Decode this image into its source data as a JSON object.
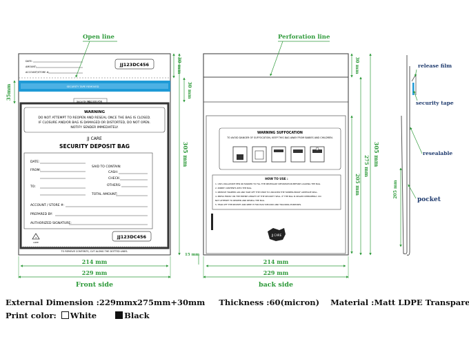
{
  "front": {
    "label": "Front side",
    "open_line": "Open line",
    "header": {
      "date": "DATE:",
      "amount": "AMOUNT:",
      "account": "ACCOUNT/STORE #:",
      "code": "JJ123DC456"
    },
    "strip_text": "SECURITY TAPE REMOVED",
    "security_no": "Security No.",
    "security_code": "JJ123DC456",
    "warning_title": "WARNING",
    "warning_text": [
      "DO NOT ATTEMPT TO REOPEN AND RESEAL ONCE THE BAG IS CLOSED.",
      "IF CLOSURE AND/OR BAG IS DAMAGED OR DISTORTED, DO NOT OPEN.",
      "NOTIFY SENDER IMMEDIATELY."
    ],
    "brand": "JJ CARE",
    "bag_title": "SECURITY DEPOSIT BAG",
    "form": {
      "date": "DATE:",
      "from": "FROM:",
      "to": "TO:",
      "said": "SAID TO CONTAIN:",
      "cash": "CASH:",
      "check": "CHECK:",
      "others": "OTHERS:",
      "total": "TOTAL AMOUNT:",
      "account": "ACCOUNT / STORE #:",
      "prepared": "PREPARED BY:",
      "authorized": "AUTHORIZED SIGNATURE:"
    },
    "bottom_code": "JJ123DC456",
    "recycle": "LDPE",
    "remove_text": "TO REMOVE CONTENTS, CUT ALONG THE DOTTED LINES."
  },
  "back": {
    "label": "back side",
    "perforation": "Perforation line",
    "warning_title": "WARNING SUFFOCATION",
    "warning_text": "TO AVOID DANGER OF SUFFOCATION, KEEP THIS BAG AWAY FROM BABIES AND CHILDREN.",
    "howto_title": "HOW TO USE :",
    "steps": [
      "1. USE A BALLPOINT PEN OR MARKER TO FILL THE NECESSARY INFORMATION BEFORE LOADING THE BAG.",
      "2. INSERT CONTENTS INTO THE BAG.",
      "3. REMOVE TRAPPED AIR AND TAKE OFF THE STRIP TO UNCOVER THE TAMPER-PROOF ADHESIVE SEAL.",
      "4. PRESS FIRMLY ON THE ENTIRE LENGTH OF THE SECURITY SEAL. IF THE BAG IS SEALED IMPROPERLY, DO",
      "   NOT ATTEMPT TO REOPEN AND RESEAL THE BAG.",
      "5. TEAR OFF THE RECEIPT AND KEEP IT FOR EASY RECORD AND TRACKING PURPOSES."
    ],
    "logo": "JJ CARE"
  },
  "dimensions": {
    "w214": "214 mm",
    "w229": "229 mm",
    "h305": "305 mm",
    "h275": "275 mm",
    "h205": "205 mm",
    "h30": "30 mm",
    "h35": "35mm",
    "h15": "15 mm"
  },
  "side": {
    "release_film": "release film",
    "security_tape": "security tape",
    "resealable": "resealable",
    "pocket": "pocket",
    "h205": "205 mm"
  },
  "specs": {
    "external_label": "External Dimension",
    "external_value": ":229mmx275mm+30mm",
    "thickness_label": "Thickness",
    "thickness_value": ":60(micron)",
    "material_label": "Material",
    "material_value": ":Matt LDPE Transparent",
    "print_label": "Print color:",
    "white": "White",
    "black": "Black"
  },
  "colors": {
    "green": "#2e9a3a",
    "blue": "#1e9ad6",
    "navy": "#1f3b6e",
    "bag_frame": "#444444"
  }
}
